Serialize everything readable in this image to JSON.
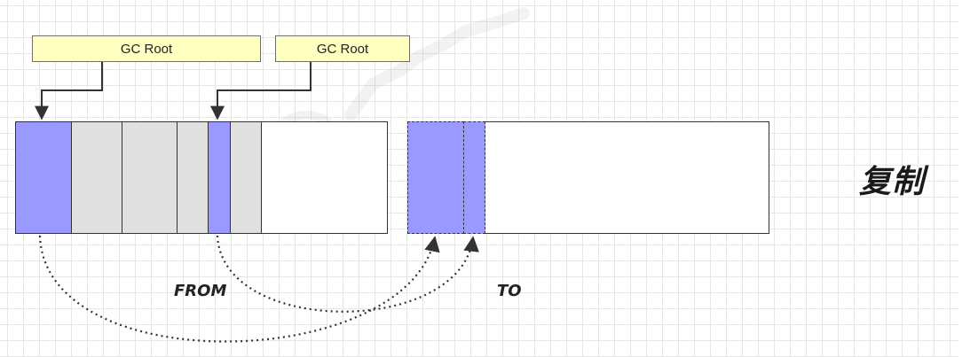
{
  "diagram": {
    "title": "复制",
    "gc_roots": [
      {
        "label": "GC Root"
      },
      {
        "label": "GC Root"
      }
    ],
    "from_label": "FROM",
    "to_label": "TO"
  },
  "colors": {
    "live_object": "#9999ff",
    "dead_object": "#e0e0e0",
    "gc_root_fill": "#ffffc2",
    "outline": "#333333"
  },
  "icons": {
    "watermark": "heima-logo-watermark"
  }
}
